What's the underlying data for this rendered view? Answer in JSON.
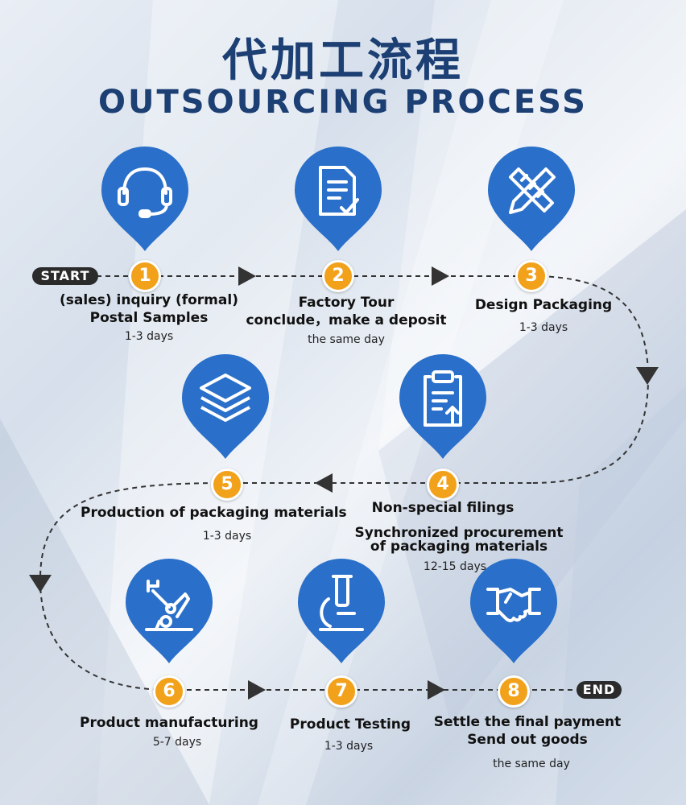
{
  "header": {
    "title_cn": "代加工流程",
    "title_en": "OUTSOURCING PROCESS"
  },
  "start_label": "START",
  "end_label": "END",
  "colors": {
    "pin_blue": "#2a6fc9",
    "step_orange": "#f2a11b",
    "title_navy": "#1c3f74",
    "tag_dark": "#2b2b2b"
  },
  "steps": [
    {
      "number": "1",
      "icon": "headset-icon",
      "line1": "(sales) inquiry (formal)",
      "line2": "Postal Samples",
      "duration": "1-3 days"
    },
    {
      "number": "2",
      "icon": "document-check-icon",
      "line1": "Factory Tour",
      "line2": "conclude，make a deposit",
      "duration": "the same day"
    },
    {
      "number": "3",
      "icon": "ruler-pencil-icon",
      "line1": "Design Packaging",
      "line2": "",
      "duration": "1-3 days"
    },
    {
      "number": "4",
      "icon": "clipboard-upload-icon",
      "line1": "Non-special filings",
      "line2": "Synchronized procurement",
      "line3": "of packaging materials",
      "duration": "12-15 days"
    },
    {
      "number": "5",
      "icon": "layers-icon",
      "line1": "Production of packaging materials",
      "line2": "",
      "duration": "1-3 days"
    },
    {
      "number": "6",
      "icon": "robot-arm-icon",
      "line1": "Product manufacturing",
      "line2": "",
      "duration": "5-7 days"
    },
    {
      "number": "7",
      "icon": "microscope-icon",
      "line1": "Product Testing",
      "line2": "",
      "duration": "1-3 days"
    },
    {
      "number": "8",
      "icon": "handshake-icon",
      "line1": "Settle the final payment",
      "line2": "Send out goods",
      "duration": "the same day"
    }
  ]
}
